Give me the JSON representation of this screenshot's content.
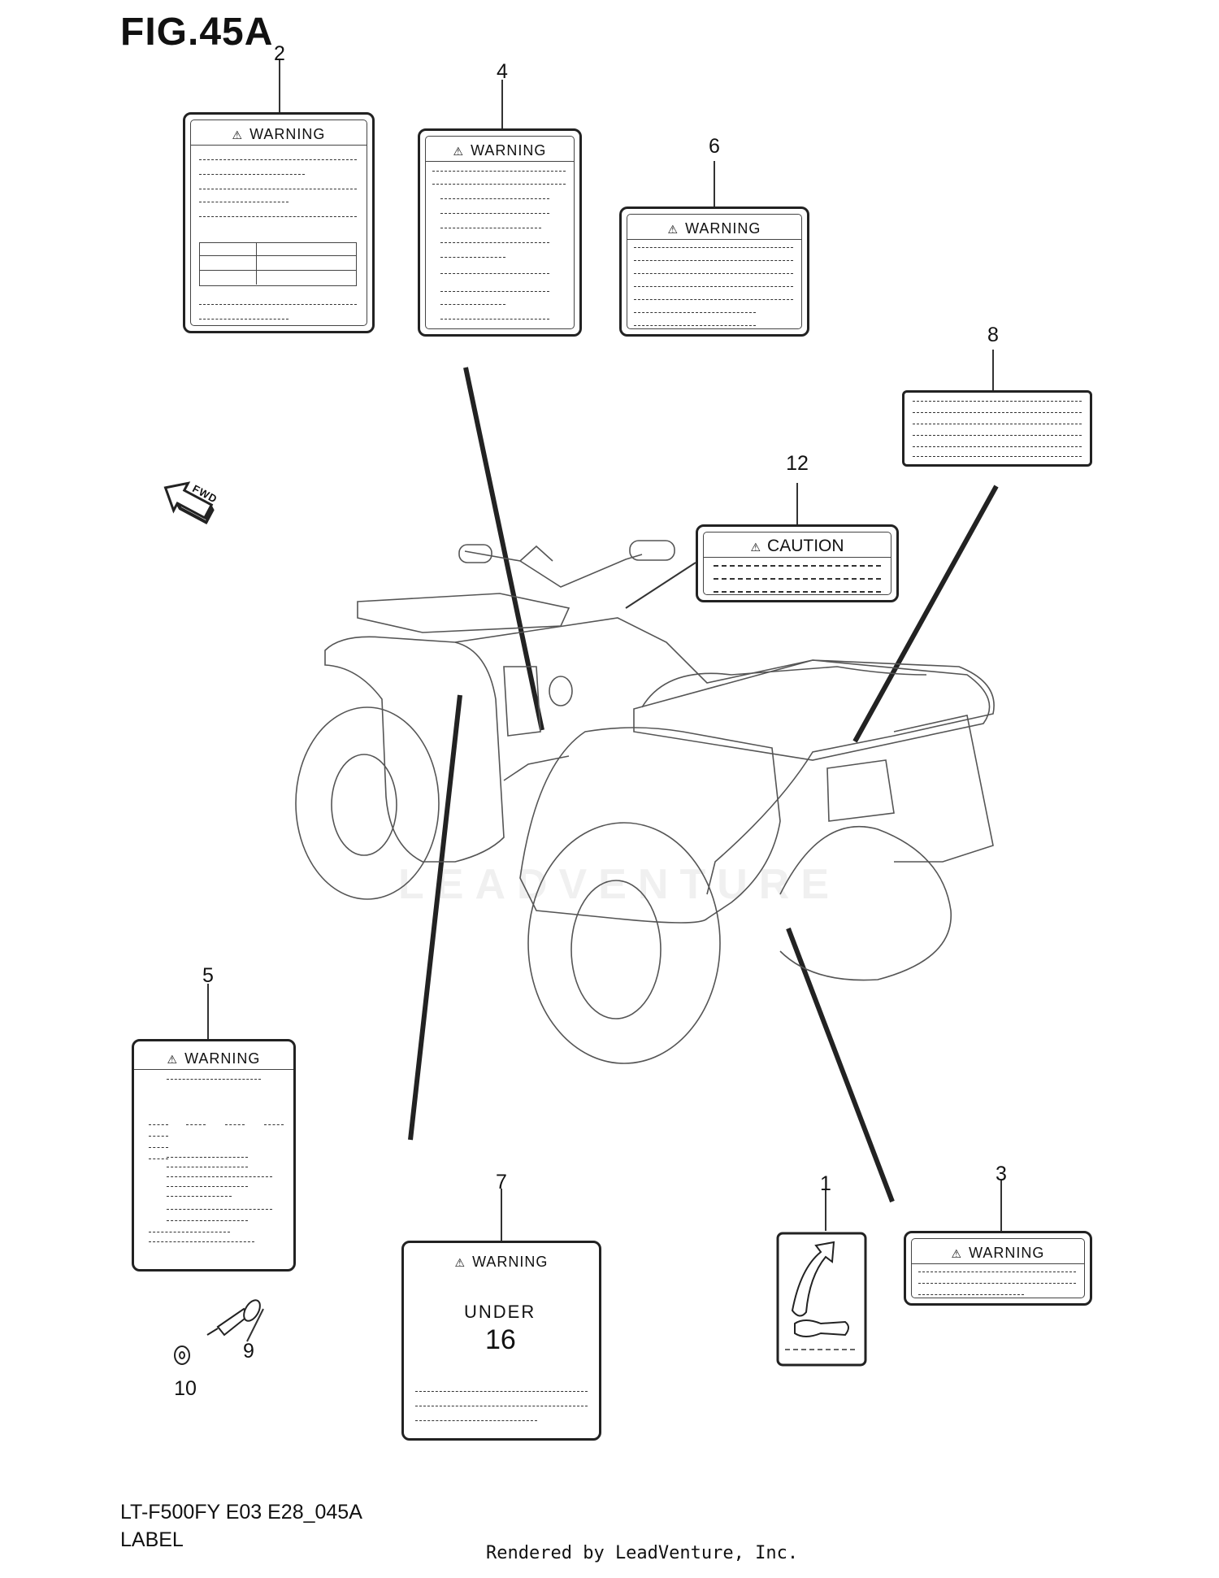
{
  "figure": {
    "title": "FIG.45A",
    "sub": "2"
  },
  "callouts": [
    {
      "id": "callout-2",
      "text": "2"
    },
    {
      "id": "callout-4",
      "text": "4"
    },
    {
      "id": "callout-6",
      "text": "6"
    },
    {
      "id": "callout-8",
      "text": "8"
    },
    {
      "id": "callout-12",
      "text": "12"
    },
    {
      "id": "callout-5",
      "text": "5"
    },
    {
      "id": "callout-7",
      "text": "7"
    },
    {
      "id": "callout-1",
      "text": "1"
    },
    {
      "id": "callout-3",
      "text": "3"
    },
    {
      "id": "callout-9",
      "text": "9"
    },
    {
      "id": "callout-10",
      "text": "10"
    }
  ],
  "labels": {
    "warning": "WARNING",
    "caution": "CAUTION",
    "under": "UNDER",
    "age": "16",
    "fwd": "FWD"
  },
  "footer": {
    "model": "LT-F500FY E03 E28_045A",
    "label": "LABEL",
    "rendered": "Rendered by LeadVenture, Inc."
  },
  "watermark": "LEADVENTURE"
}
